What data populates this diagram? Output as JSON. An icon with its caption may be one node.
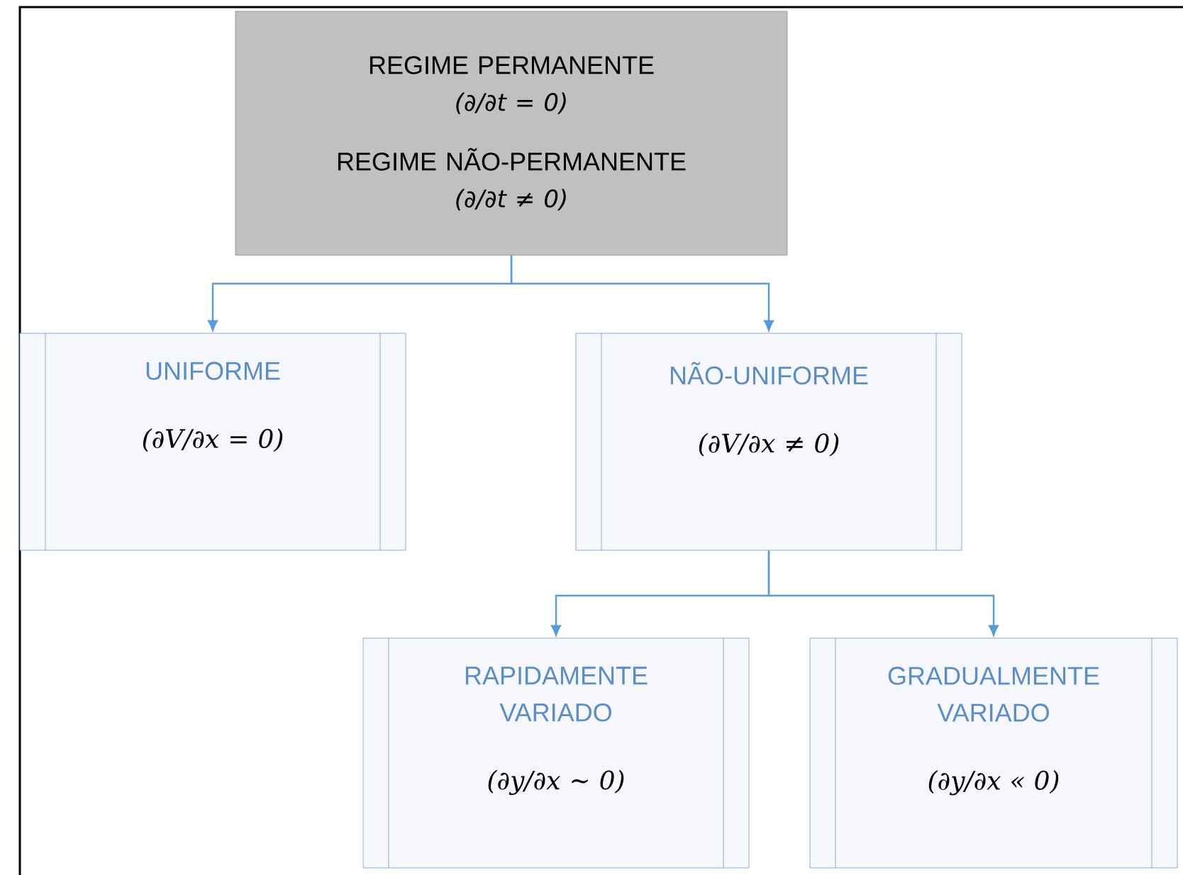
{
  "diagram": {
    "nodes": [
      {
        "text": [
          "REGIME PERMANENTE",
          "(∂/∂t = 0)",
          "REGIME NÃO-PERMANENTE",
          "(∂/∂t ≠ 0)"
        ]
      },
      {
        "text": [
          "UNIFORME",
          "(∂V/∂x = 0)"
        ]
      },
      {
        "text": [
          "NÃO-UNIFORME",
          "(∂V/∂x ≠ 0)"
        ]
      },
      {
        "text": [
          "RAPIDAMENTE VARIADO",
          "(∂y/∂x ∼ 0)"
        ]
      },
      {
        "text": [
          "GRADUALMENTE VARIADO",
          "(∂y/∂x « 0)"
        ]
      }
    ],
    "edges": [
      {
        "from": 0,
        "to": 1,
        "arrow": "to"
      },
      {
        "from": 0,
        "to": 2,
        "arrow": "to"
      },
      {
        "from": 2,
        "to": 3,
        "arrow": "to"
      },
      {
        "from": 2,
        "to": 4,
        "arrow": "to"
      }
    ]
  }
}
